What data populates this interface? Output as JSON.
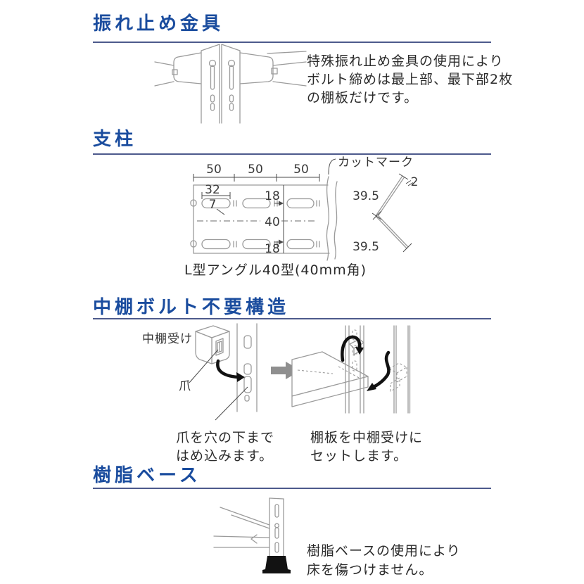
{
  "colors": {
    "heading_blue": "#1a4c9e",
    "rule_blue": "#4d5a8c",
    "body_text": "#2b2b2b",
    "line_art_gray": "#9b9b9b",
    "black_parts": "#121212"
  },
  "sections": {
    "sway_bracket": {
      "heading": "振れ止め金具",
      "desc_lines": [
        "特殊振れ止め金具の使用により",
        "ボルト締めは最上部、最下部2枚",
        "の棚板だけです。"
      ]
    },
    "post": {
      "heading": "支柱",
      "cut_mark": "カットマーク",
      "caption": "L型アングル40型(40mm角)",
      "dims": {
        "pitch_a": "50",
        "pitch_b": "50",
        "pitch_c": "50",
        "slot_len": "32",
        "slot_h": "7",
        "edge_top": "18",
        "center_w": "40",
        "edge_bottom": "18",
        "leg_top": "39.5",
        "thickness": "2",
        "leg_bottom": "39.5"
      }
    },
    "mid_shelf": {
      "heading": "中棚ボルト不要構造",
      "bracket_label": "中棚受け",
      "claw_label": "爪",
      "left_caption_lines": [
        "爪を穴の下まで",
        "はめ込みます。"
      ],
      "right_caption_lines": [
        "棚板を中棚受けに",
        "セットします。"
      ]
    },
    "resin_base": {
      "heading": "樹脂ベース",
      "desc_lines": [
        "樹脂ベースの使用により",
        "床を傷つけません。"
      ]
    }
  }
}
